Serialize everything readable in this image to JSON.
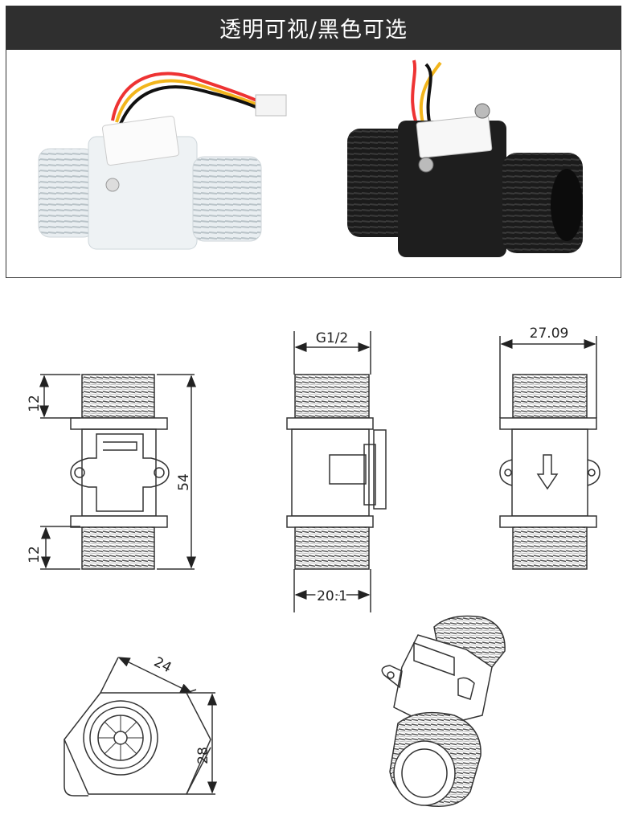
{
  "header": {
    "title": "透明可视/黑色可选"
  },
  "photos": [
    {
      "label": "transparent-flow-sensor"
    },
    {
      "label": "black-flow-sensor"
    }
  ],
  "dimensions": {
    "thread_length_top": "12",
    "thread_length_bottom": "12",
    "total_length": "54",
    "thread_spec": "G1/2",
    "side_width": "20.1",
    "flange_width": "27.09",
    "hex_across_flats": "24",
    "hex_height": "28"
  },
  "colors": {
    "title_bg": "#2f2f2f",
    "line": "#333333"
  }
}
